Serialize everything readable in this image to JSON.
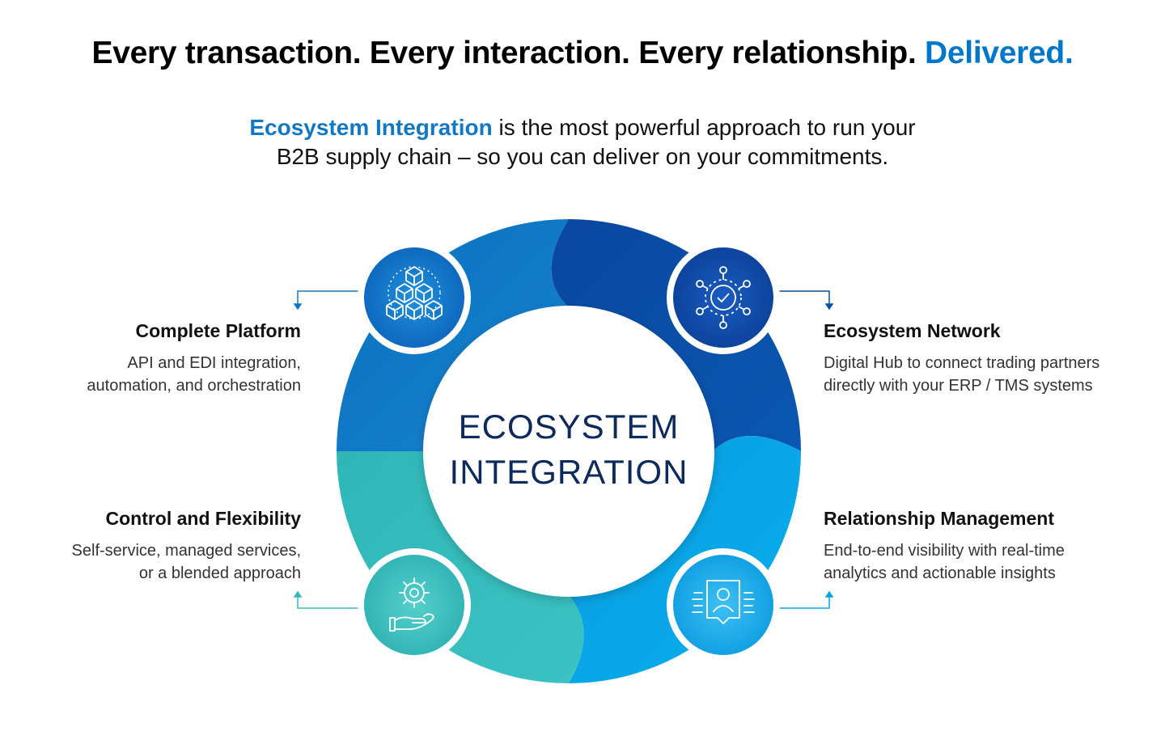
{
  "headline": {
    "main": "Every transaction. Every interaction. Every relationship.",
    "accent": "Delivered."
  },
  "subhead": {
    "accent": "Ecosystem Integration",
    "line1_rest": " is the most powerful approach to run your",
    "line2": "B2B supply chain – so you can deliver on your commitments."
  },
  "center": {
    "line1": "ECOSYSTEM",
    "line2": "INTEGRATION"
  },
  "segments": [
    {
      "name": "top-left",
      "color": "#1274c2"
    },
    {
      "name": "top-right",
      "color": "#0a4fa6"
    },
    {
      "name": "bottom-right",
      "color": "#0aa3e3"
    },
    {
      "name": "bottom-left",
      "color": "#32b8b8"
    }
  ],
  "pillars": [
    {
      "key": "complete-platform",
      "icon": "cubes-icon",
      "title": "Complete Platform",
      "desc1": "API and EDI integration,",
      "desc2": "automation, and orchestration"
    },
    {
      "key": "ecosystem-network",
      "icon": "network-check-icon",
      "title": "Ecosystem Network",
      "desc1": "Digital Hub to connect trading partners",
      "desc2": "directly with your ERP / TMS systems"
    },
    {
      "key": "control-flexibility",
      "icon": "gear-hand-icon",
      "title": "Control and Flexibility",
      "desc1": "Self-service, managed services,",
      "desc2": "or a blended approach"
    },
    {
      "key": "relationship-management",
      "icon": "person-badge-icon",
      "title": "Relationship Management",
      "desc1": "End-to-end visibility with real-time",
      "desc2": "analytics and actionable insights"
    }
  ]
}
